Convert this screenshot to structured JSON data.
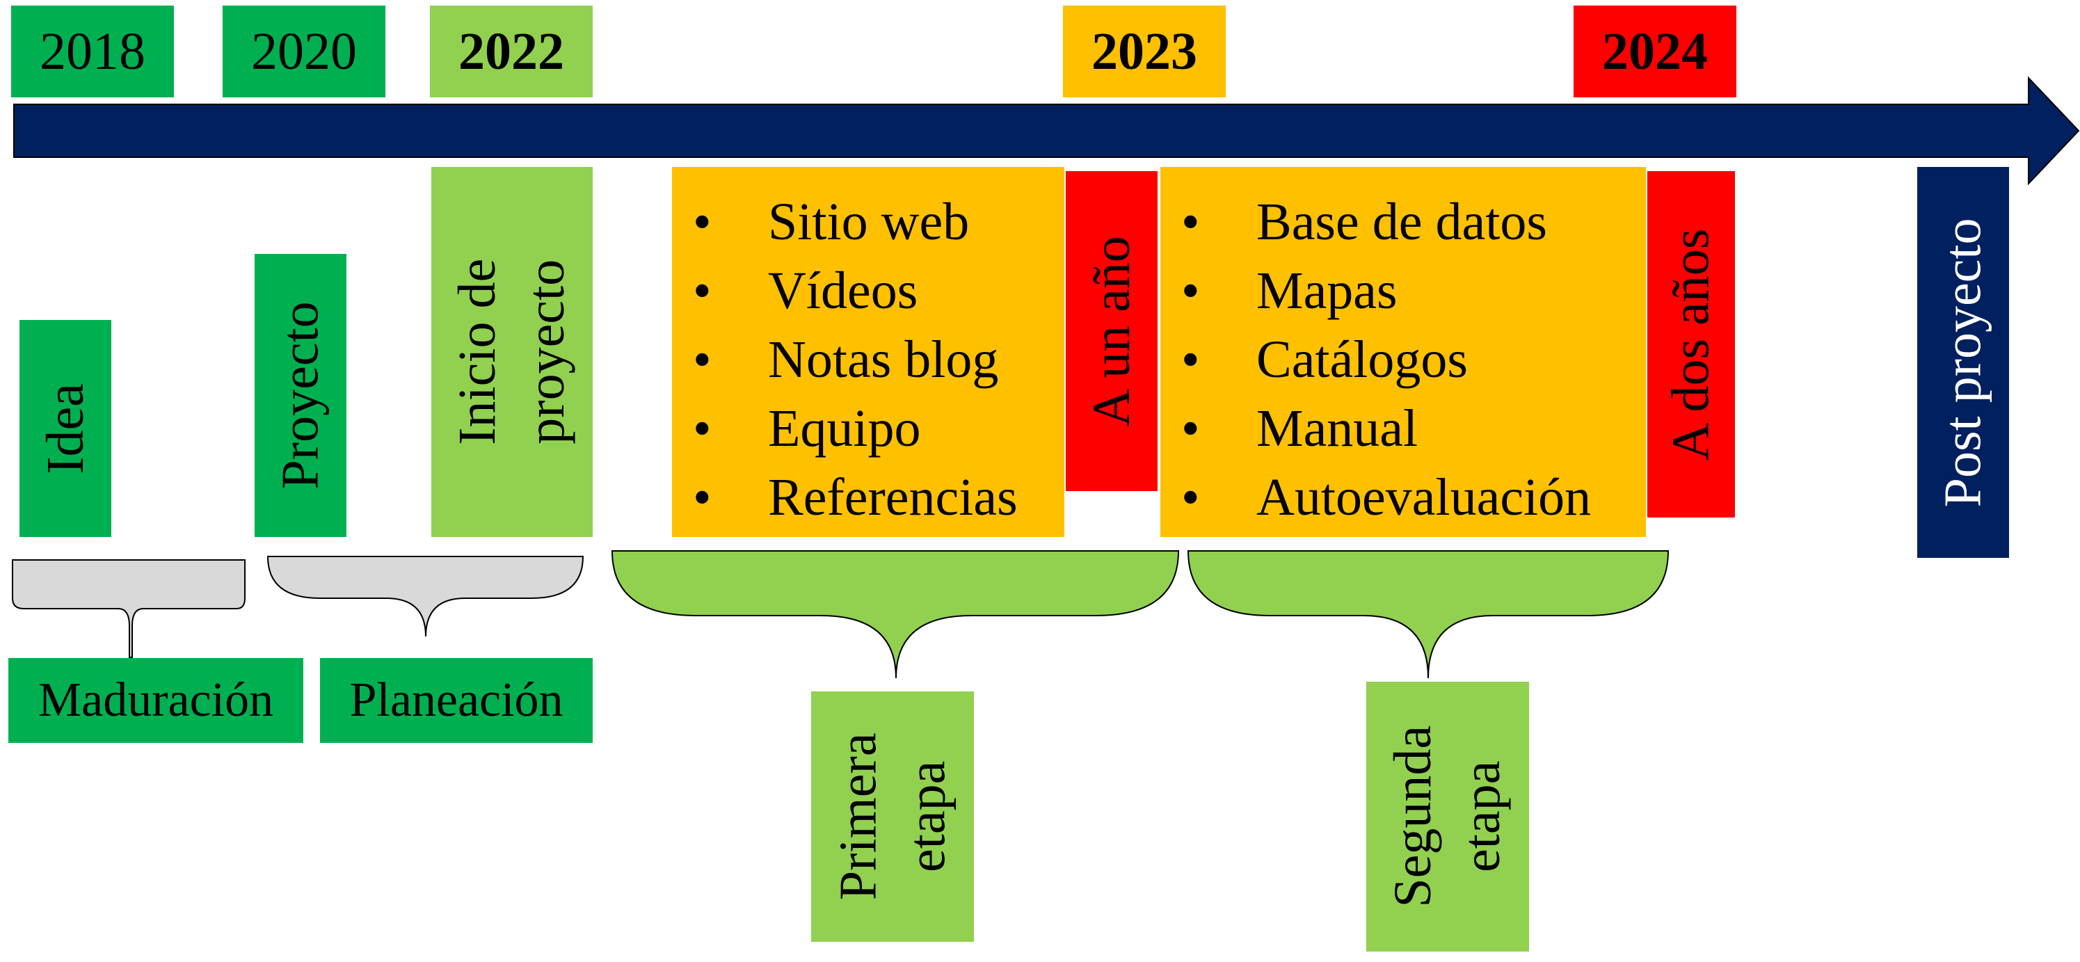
{
  "years": {
    "y2018": "2018",
    "y2020": "2020",
    "y2022": "2022",
    "y2023": "2023",
    "y2024": "2024"
  },
  "milestones": {
    "idea": "Idea",
    "proyecto": "Proyecto",
    "inicio_line1": "Inicio de",
    "inicio_line2": "proyecto",
    "post": "Post proyecto",
    "a_un_ano": "A un año",
    "a_dos_anos": "A dos años"
  },
  "primera_items": [
    "Sitio web",
    "Vídeos",
    "Notas blog",
    "Equipo",
    "Referencias"
  ],
  "segunda_items": [
    "Base de datos",
    "Mapas",
    "Catálogos",
    "Manual",
    "Autoevaluación"
  ],
  "phases": {
    "maduracion": "Maduración",
    "planeacion": "Planeación",
    "primera_line1": "Primera",
    "primera_line2": "etapa",
    "segunda_line1": "Segunda",
    "segunda_line2": "etapa"
  },
  "colors": {
    "dark_green": "#00B050",
    "light_green": "#92D050",
    "orange": "#FFC000",
    "red": "#FF0000",
    "navy": "#002060",
    "gray": "#D9D9D9"
  }
}
